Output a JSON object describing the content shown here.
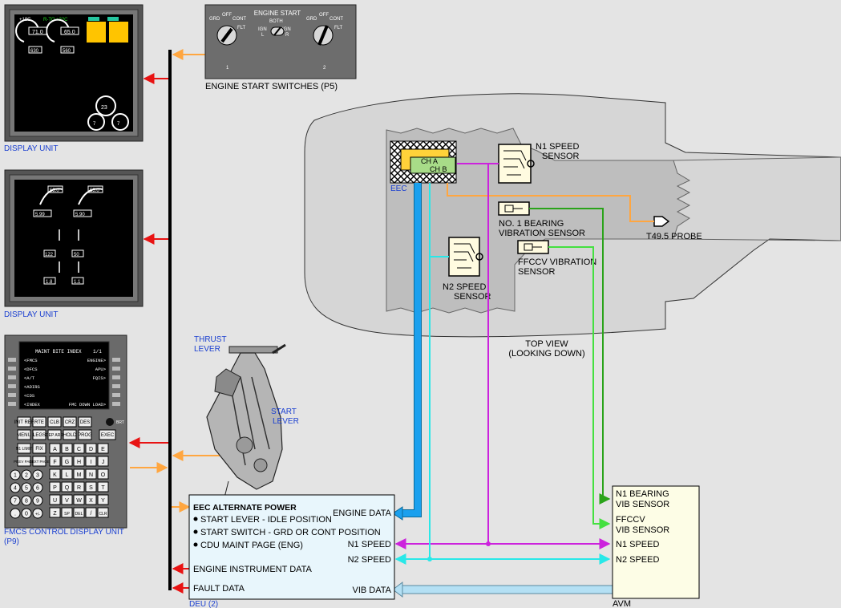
{
  "colors": {
    "red": "#e81313",
    "orange": "#ffa640",
    "magenta": "#cc22dd",
    "cyan": "#28e8e8",
    "green_dark": "#2aa31a",
    "green_light": "#44e040",
    "blue": "#1aa0ee",
    "light_blue": "#b4e0f4",
    "label_blue": "#1a3fd0"
  },
  "du1": {
    "label": "DISPLAY UNIT",
    "top": [
      "+19C",
      "R-TO",
      "+22C"
    ],
    "n1": [
      "71.0",
      "65.0"
    ],
    "egt": [
      "630",
      "560"
    ],
    "n2": [
      "23",
      "7",
      "7"
    ]
  },
  "du2": {
    "label": "DISPLAY UNIT",
    "top": [
      "55.0",
      "55.0"
    ],
    "vals": [
      "5.99",
      "5.90"
    ],
    "rows": [
      "122",
      "50",
      "1.8",
      "1.1"
    ]
  },
  "cdu": {
    "label_line1": "FMCS CONTROL DISPLAY UNIT",
    "label_line2": "(P9)",
    "title": "MAINT BITE INDEX",
    "page": "1/1",
    "left_items": [
      "<FMCS",
      "<DFCS",
      "<A/T",
      "<ADIRS",
      "<CDS",
      "<INDEX"
    ],
    "right_items": [
      "ENGINE>",
      "APU>",
      "FQIS>",
      "",
      "",
      "FMC DOWN LOAD>"
    ],
    "fn_keys_row1": [
      "INIT REF",
      "RTE",
      "CLB",
      "CRZ",
      "DES"
    ],
    "fn_keys_row2": [
      "MENU",
      "LEGS",
      "DEP ARR",
      "HOLD",
      "PROG",
      "EXEC"
    ],
    "fn_keys_row3": [
      "N1 LIMIT",
      "FIX"
    ],
    "fn_keys_row4": [
      "PREV PAGE",
      "NEXT PAGE"
    ],
    "brt": "BRT",
    "letter_rows": [
      [
        "A",
        "B",
        "C",
        "D",
        "E"
      ],
      [
        "F",
        "G",
        "H",
        "I",
        "J"
      ],
      [
        "K",
        "L",
        "M",
        "N",
        "O"
      ],
      [
        "P",
        "Q",
        "R",
        "S",
        "T"
      ],
      [
        "U",
        "V",
        "W",
        "X",
        "Y"
      ],
      [
        "Z",
        "SP",
        "DEL",
        "/",
        "CLR"
      ]
    ],
    "digits": [
      "1",
      "2",
      "3",
      "4",
      "5",
      "6",
      "7",
      "8",
      "9",
      ".",
      "0",
      "+/-"
    ]
  },
  "engine_start": {
    "title": "ENGINE START",
    "left_pos": [
      "GRD",
      "OFF",
      "CONT",
      "FLT"
    ],
    "ign": [
      "BOTH",
      "IGN",
      "IGN",
      "L",
      "R"
    ],
    "nums": [
      "1",
      "2"
    ],
    "label": "ENGINE START SWITCHES (P5)"
  },
  "thrust_lever": {
    "line1": "THRUST",
    "line2": "LEVER"
  },
  "start_lever": {
    "line1": "START",
    "line2": "LEVER"
  },
  "engine": {
    "eec": "EEC",
    "ch_a": "CH A",
    "ch_b": "CH B",
    "n1_sensor": [
      "N1 SPEED",
      "SENSOR"
    ],
    "n2_sensor": [
      "N2 SPEED",
      "SENSOR"
    ],
    "bearing_sensor": [
      "NO. 1 BEARING",
      "VIBRATION SENSOR"
    ],
    "ffccv_sensor": [
      "FFCCV VIBRATION",
      "SENSOR"
    ],
    "probe": "T49.5 PROBE",
    "view": [
      "TOP VIEW",
      "(LOOKING DOWN)"
    ]
  },
  "deu": {
    "label": "DEU (2)",
    "alt_power": "EEC ALTERNATE POWER",
    "bullets": [
      "START LEVER - IDLE POSITION",
      "START SWITCH - GRD OR CONT POSITION",
      "CDU MAINT PAGE (ENG)"
    ],
    "engine_data": "ENGINE DATA",
    "n1_speed": "N1 SPEED",
    "n2_speed": "N2 SPEED",
    "eng_inst": "ENGINE INSTRUMENT DATA",
    "fault": "FAULT DATA",
    "vib": "VIB DATA"
  },
  "avm": {
    "label": "AVM",
    "n1_bearing": [
      "N1 BEARING",
      "VIB SENSOR"
    ],
    "ffccv": [
      "FFCCV",
      "VIB SENSOR"
    ],
    "n1_speed": "N1 SPEED",
    "n2_speed": "N2 SPEED"
  }
}
